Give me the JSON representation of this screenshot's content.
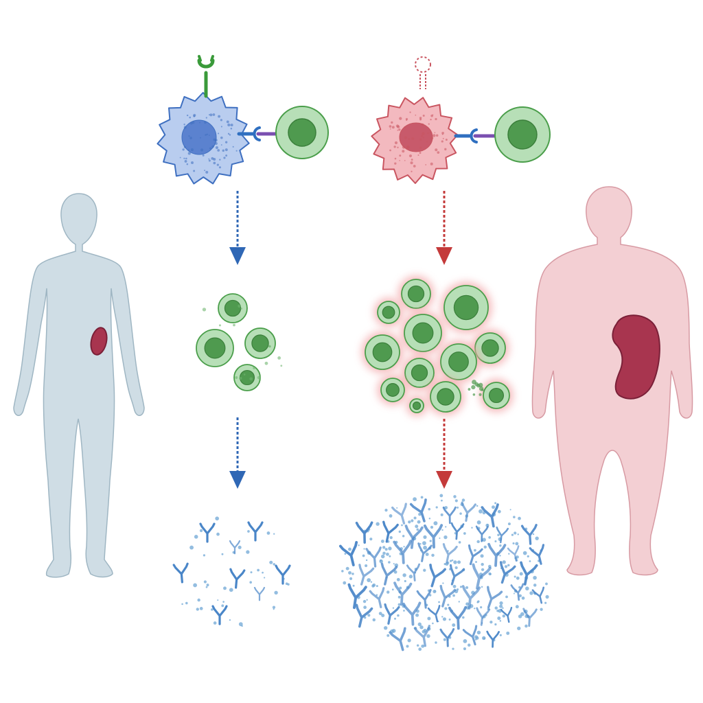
{
  "colors": {
    "background": "#ffffff",
    "lean_body_fill": "#cfdde5",
    "lean_body_stroke": "#9fb6c3",
    "obese_body_fill": "#f3cfd3",
    "obese_body_stroke": "#d79aa3",
    "spleen_fill": "#a8354f",
    "spleen_stroke": "#7a2038",
    "normal_dc_fill": "#b9cdef",
    "normal_dc_stroke": "#3e6fc0",
    "normal_dc_nucleus": "#5b82cf",
    "obese_dc_fill": "#f3b9bf",
    "obese_dc_stroke": "#c95560",
    "obese_dc_nucleus": "#c85a6b",
    "t_cell_fill": "#b7dfb7",
    "t_cell_stroke": "#4a9e4a",
    "t_cell_nucleus": "#4f9a4f",
    "inflamed_glow": "#f2a6a8",
    "receptor_green": "#3a9a3a",
    "receptor_blue": "#2f6fc0",
    "mhc_purple": "#7a4fb0",
    "normal_arrow": "#2f67b5",
    "obese_arrow": "#c43a3a",
    "antibody": "#4a86c8",
    "particle": "#6fa7d6"
  },
  "icons": {
    "lean_body": "lean-human-silhouette",
    "obese_body": "obese-human-silhouette",
    "spleen": "spleen-organ",
    "dendritic_cell": "antigen-presenting-cell",
    "t_cell": "t-lymphocyte",
    "receptor": "surface-receptor",
    "antibody": "antibody-y-shape"
  },
  "panels": {
    "normal": {
      "t_cell_clones": 5,
      "antibodies": 13
    },
    "obese": {
      "t_cell_clones": 14,
      "antibodies": 60
    }
  }
}
